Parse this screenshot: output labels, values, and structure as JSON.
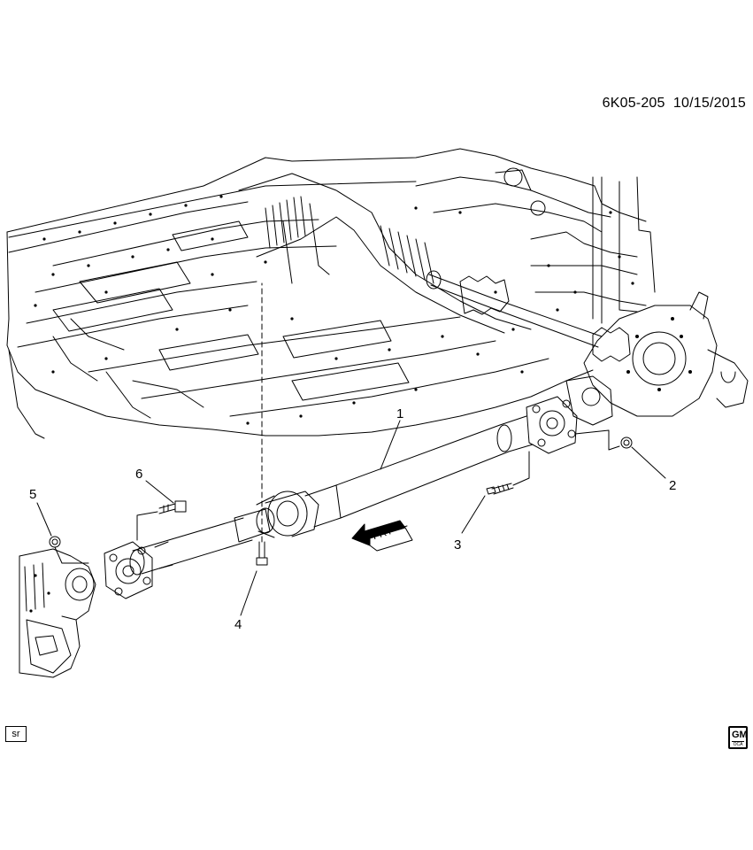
{
  "header": {
    "diagram_code": "6K05-205",
    "date": "10/15/2015"
  },
  "callouts": [
    {
      "id": "1",
      "label": "1"
    },
    {
      "id": "2",
      "label": "2"
    },
    {
      "id": "3",
      "label": "3"
    },
    {
      "id": "4",
      "label": "4"
    },
    {
      "id": "5",
      "label": "5"
    },
    {
      "id": "6",
      "label": "6"
    }
  ],
  "direction_arrow": {
    "label": "FRT"
  },
  "footer": {
    "sr_label": "sr",
    "logo_letters": "GM",
    "logo_sub": "OCA",
    "logo_icon": "gm-logo-icon"
  }
}
